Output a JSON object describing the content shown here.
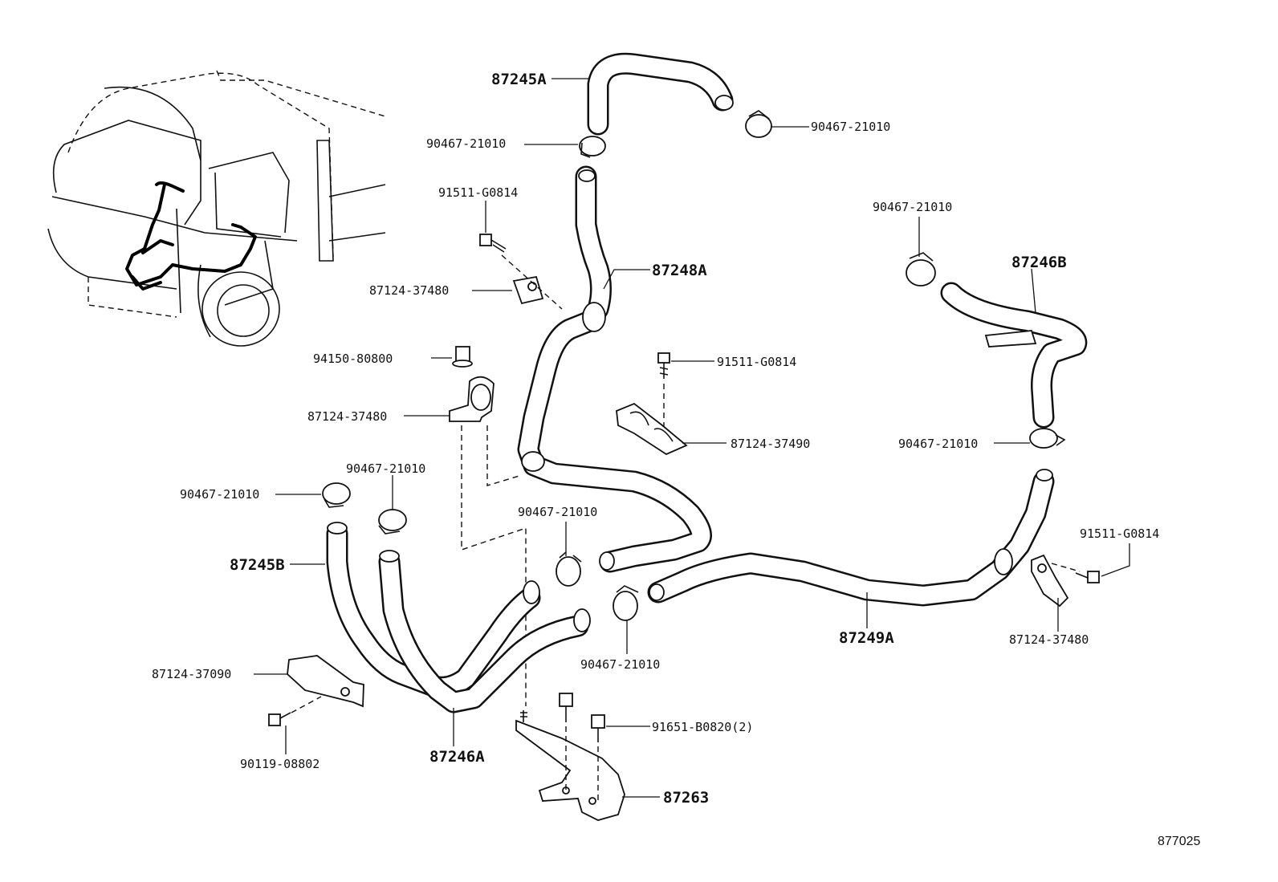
{
  "diagram_id": "877025",
  "labels": {
    "p87245A": "87245A",
    "c_top_right": "90467-21010",
    "c_top_left": "90467-21010",
    "b_91511_top": "91511-G0814",
    "p87248A": "87248A",
    "cl_87124_a": "87124-37480",
    "n_94150": "94150-80800",
    "cl_87124_b": "87124-37480",
    "b_91511_mid": "91511-G0814",
    "cl_87124_37490": "87124-37490",
    "c_right_top": "90467-21010",
    "p87246B": "87246B",
    "c_right_mid": "90467-21010",
    "b_91511_right": "91511-G0814",
    "cl_87124_right": "87124-37480",
    "p87249A": "87249A",
    "c_left_a": "90467-21010",
    "c_left_b": "90467-21010",
    "c_mid": "90467-21010",
    "c_mid_low": "90467-21010",
    "p87245B": "87245B",
    "cl_87124_37090": "87124-37090",
    "b_90119": "90119-08802",
    "p87246A": "87246A",
    "b_91651": "91651-B0820(2)",
    "p87263": "87263"
  }
}
